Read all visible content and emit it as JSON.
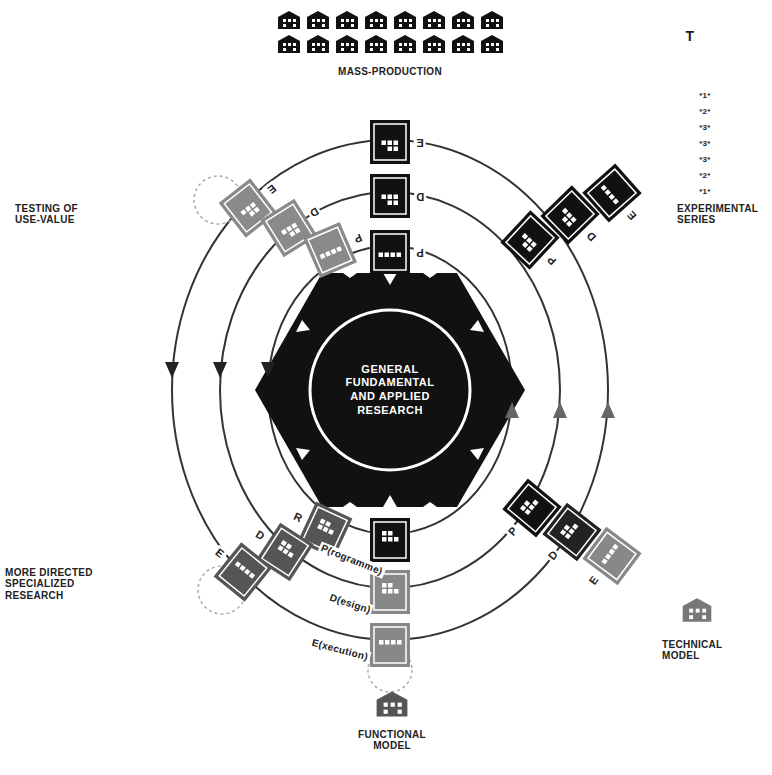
{
  "diagram": {
    "nodes": [
      {
        "text": [
          "GENERAL FUNDAMENTAL AND APPLIED RESEARCH"
        ]
      }
    ],
    "labels": [
      "MASS-PRODUCTION",
      "T",
      "*1*",
      "*2*",
      "*3*",
      "*3*",
      "*3*",
      "*2*",
      "*1*",
      "EXPERIMENTAL SERIES",
      "TESTING OF USE-VALUE",
      "MORE DIRECTED SPECIALIZED RESEARCH",
      "TECHNICAL MODEL",
      "FUNCTIONAL MODEL",
      "P(rogramme)",
      "D(esign)",
      "E(xecution)",
      "E",
      "D",
      "P",
      "E",
      "D",
      "P",
      "P",
      "D",
      "E",
      "R",
      "D",
      "E",
      "P",
      "D",
      "E"
    ]
  }
}
